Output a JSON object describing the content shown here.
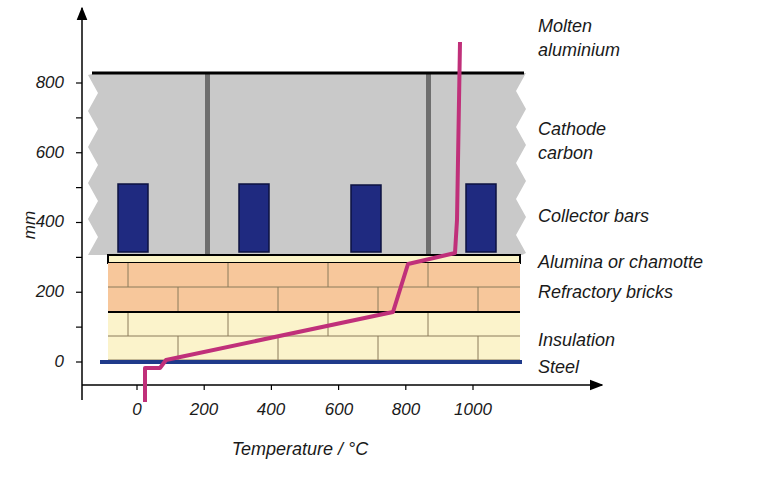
{
  "diagram": {
    "labels": [
      "800",
      "600",
      "400",
      "200",
      "0",
      "mm",
      "0",
      "200",
      "400",
      "600",
      "800",
      "1000",
      "Temperature / °C",
      "Molten aluminium",
      "Cathode carbon",
      "Collector bars",
      "Alumina or chamotte",
      "Refractory bricks",
      "Insulation",
      "Steel"
    ]
  }
}
